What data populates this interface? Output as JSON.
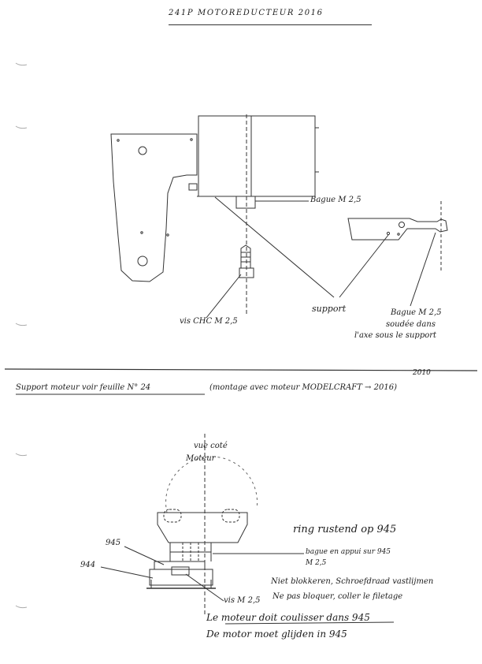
{
  "title": "241P  MOTOREDUCTEUR   2016",
  "top_drawing": {
    "bague_label": "Bague M 2,5",
    "vis_label": "vis CHC M 2,5",
    "support_label": "support",
    "bague_soudee_line1": "Bague M 2,5",
    "bague_soudee_line2": "soudée dans",
    "bague_soudee_line3": "l'axe sous le support"
  },
  "middle_note": {
    "text": "Support moteur voir feuille N° 24",
    "montage_text": "(montage avec moteur MODELCRAFT → 2016)",
    "year_annotation": "2010"
  },
  "bottom_drawing": {
    "vue_line1": "vue coté",
    "vue_line2": "Moteur",
    "label_945": "945",
    "label_944": "944",
    "ring_text": "ring rustend op 945",
    "bague_appui_line1": "bague en appui sur 945",
    "bague_appui_line2": "M 2,5",
    "vis_label": "vis M 2,5",
    "note_nl_1": "Niet blokkeren, Schroefdraad vastlijmen",
    "note_fr_1": "Ne pas bloquer, coller le filetage",
    "note_fr_2": "Le moteur doit coulisser dans 945",
    "note_nl_2": "De motor moet glijden in 945"
  }
}
